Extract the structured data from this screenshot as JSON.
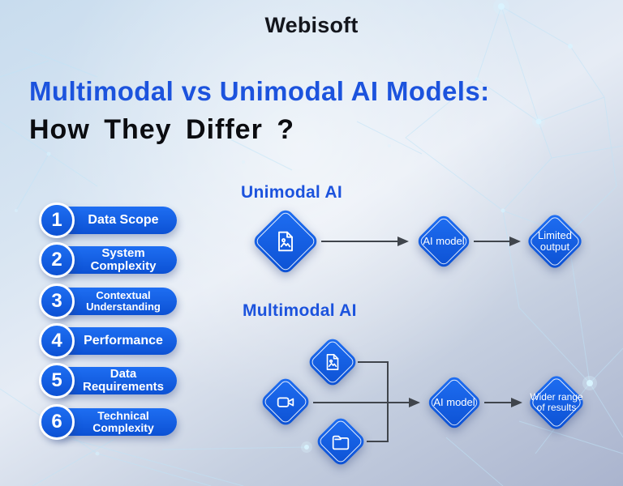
{
  "brand": {
    "logo": "Webisoft"
  },
  "title": {
    "line1": "Multimodal vs Unimodal AI Models:",
    "line2": "How They Differ ?"
  },
  "factors": [
    {
      "number": "1",
      "label": "Data Scope"
    },
    {
      "number": "2",
      "label": "System Complexity"
    },
    {
      "number": "3",
      "label": "Contextual Understanding"
    },
    {
      "number": "4",
      "label": "Performance"
    },
    {
      "number": "5",
      "label": "Data Requirements"
    },
    {
      "number": "6",
      "label": "Technical Complexity"
    }
  ],
  "unimodal": {
    "heading": "Unimodal AI",
    "input_icon": "image-document",
    "model_label": "AI model",
    "output_label": "Limited output"
  },
  "multimodal": {
    "heading": "Multimodal AI",
    "input_icons": [
      "image-document",
      "video-camera",
      "folder"
    ],
    "model_label": "AI model",
    "output_label": "Wider range of results"
  },
  "colors": {
    "primary_blue": "#1161e6",
    "title_blue": "#1c53dd",
    "title_dark": "#0b0c10",
    "arrow_gray": "#40454c",
    "diamond_text": "#ffffff"
  }
}
